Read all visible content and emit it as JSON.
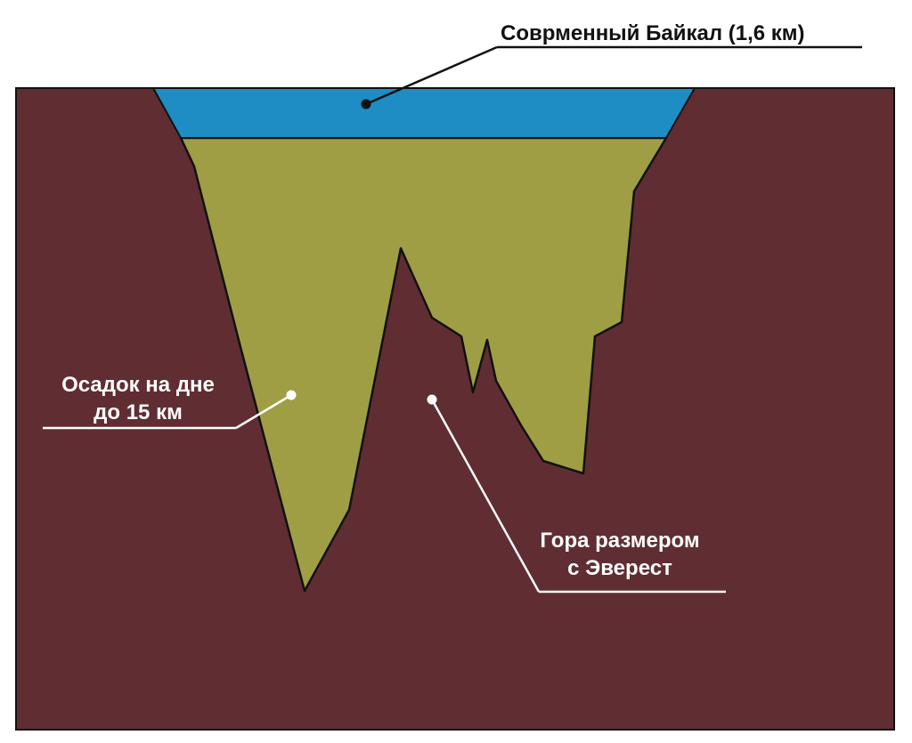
{
  "labels": {
    "lake": "Сoврменный Байкал (1,6 км)",
    "sediment_line1": "Осадок на дне",
    "sediment_line2": "до 15 км",
    "mountain_line1": "Гора размером",
    "mountain_line2": "с Эверест"
  },
  "colors": {
    "rock": "#602d33",
    "water": "#1d8dc3",
    "sediment": "#9f9e45",
    "outline": "#111111",
    "callout_dark": "#111111",
    "callout_light": "#ffffff"
  }
}
